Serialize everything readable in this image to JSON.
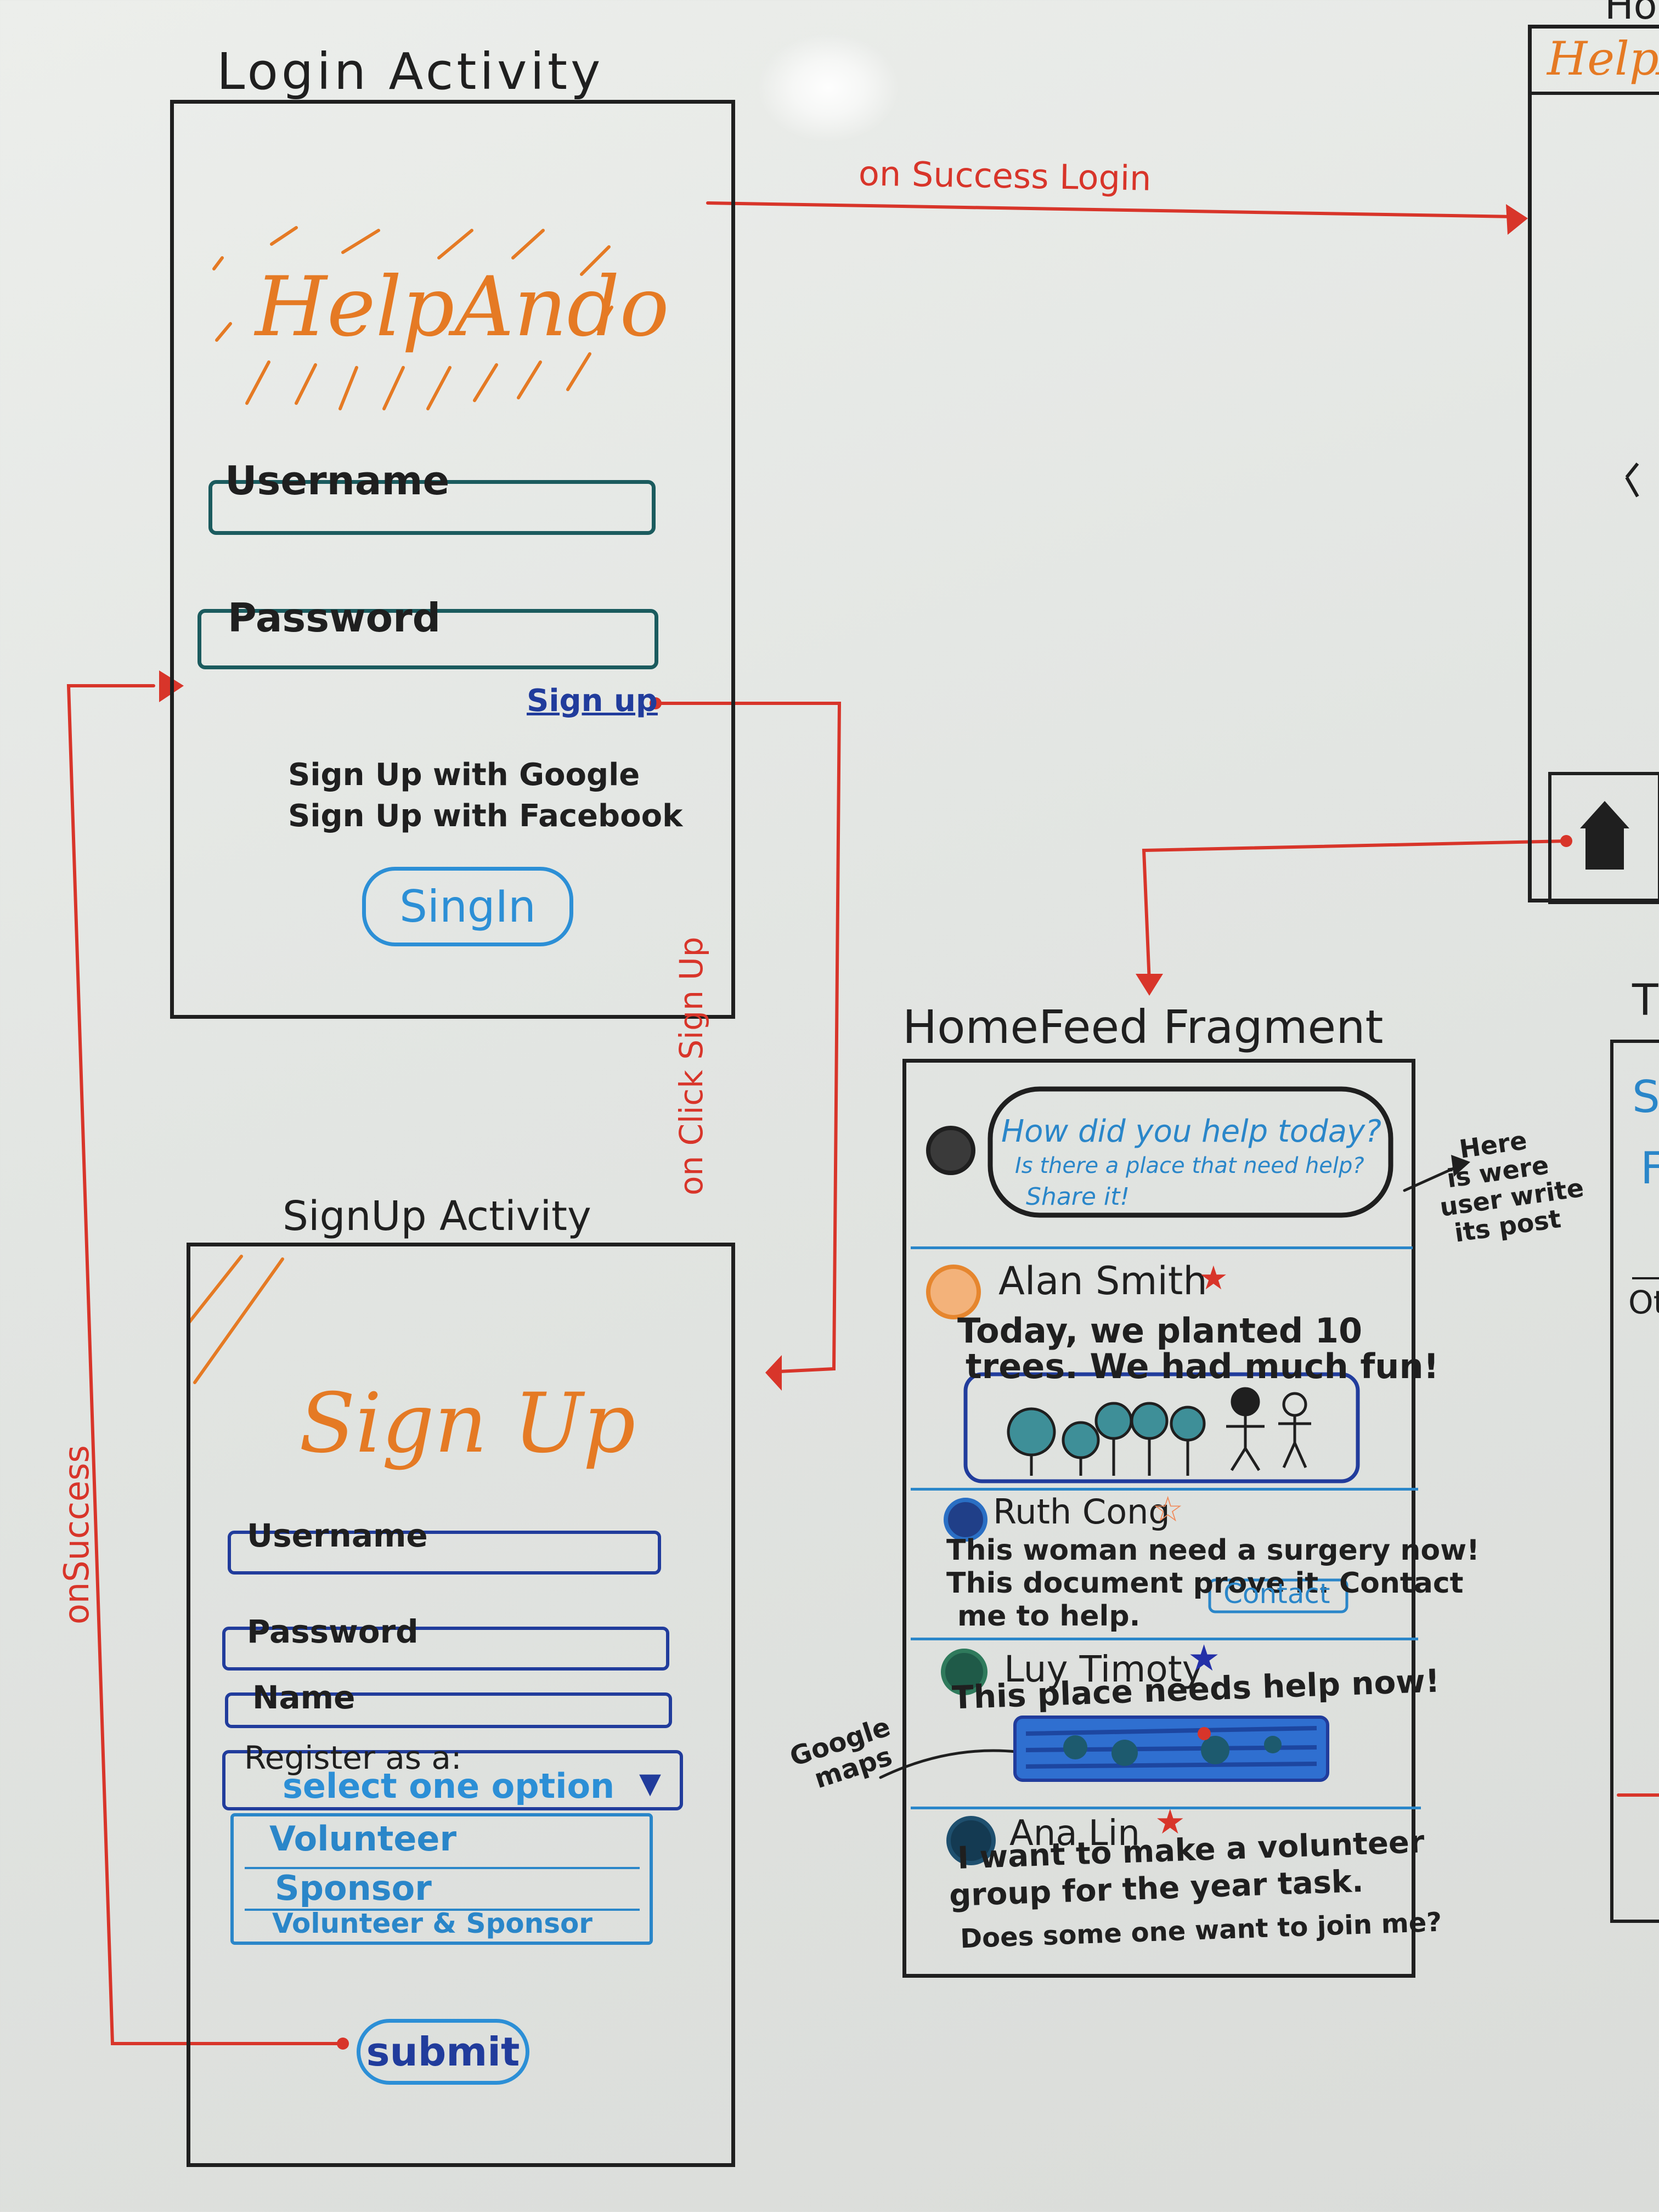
{
  "login": {
    "title": "Login Activity",
    "logo": "HelpAndo",
    "username_label": "Username",
    "password_label": "Password",
    "signup_link": "Sign up",
    "google": "Sign Up with Google",
    "facebook": "Sign Up with Facebook",
    "signin": "SingIn"
  },
  "signup": {
    "title": "SignUp Activity",
    "heading": "Sign Up",
    "username_label": "Username",
    "password_label": "Password",
    "name_label": "Name",
    "register_label": "Register as a:",
    "select_placeholder": "select one option",
    "options": [
      "Volunteer",
      "Sponsor",
      "Volunteer & Sponsor"
    ],
    "submit": "submit"
  },
  "homefeed": {
    "title": "HomeFeed Fragment",
    "prompt_line1": "How did you help today?",
    "prompt_line2": "Is there a place that need help?",
    "prompt_line3": "Share it!",
    "annotation": [
      "Here",
      "is were",
      "user write",
      "its post"
    ],
    "map_annotation": [
      "Google",
      "maps"
    ],
    "posts": [
      {
        "name": "Alan Smith",
        "text1": "Today, we planted 10",
        "text2": "trees. We had much fun!",
        "star_color": "#d8352a",
        "avatar_color": "#e6862e"
      },
      {
        "name": "Ruth Cong",
        "text1": "This woman need a surgery now!",
        "text2": "This document prove it. Contact",
        "text3": "me to help.",
        "action": "Contact",
        "star_color": "#f08a5a",
        "avatar_color": "#2a6fc4"
      },
      {
        "name": "Luy Timoty",
        "text1": "This place needs help now!",
        "star_color": "#2430a8",
        "avatar_color": "#2f7a5c"
      },
      {
        "name": "Ana Lin",
        "text1": "I want to make a volunteer",
        "text2": "group for the  year task.",
        "text3": "Does some one want to join me?",
        "star_color": "#d8352a",
        "avatar_color": "#1e4f6e"
      }
    ]
  },
  "right_panel": {
    "header": "HelpA",
    "top_fragment": "Ho",
    "side_letters": [
      "S",
      "F",
      "Ot",
      "T"
    ]
  },
  "flows": {
    "on_success_login": "on Success Login",
    "on_click_sign_up": "on Click Sign Up",
    "on_success": "onSuccess"
  },
  "colors": {
    "marker_black": "#1f1f1f",
    "marker_red": "#d8352a",
    "marker_orange": "#e57a24",
    "marker_teal": "#1b5b5e",
    "marker_blue": "#2a86c9",
    "marker_navy": "#213c9c"
  }
}
